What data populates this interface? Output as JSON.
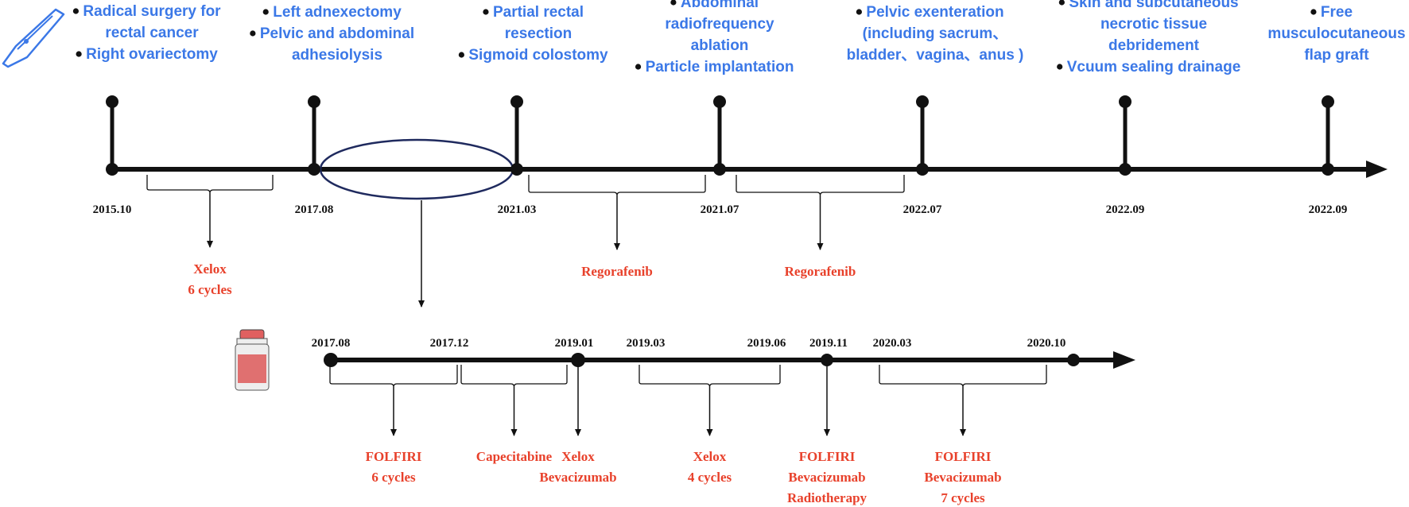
{
  "colors": {
    "surgery_text": "#3b78e7",
    "drug_text": "#e8412b",
    "line": "#111111",
    "highlight_ellipse": "#1f2a5e",
    "bottle_body": "#e07070",
    "bottle_cap": "#e06060"
  },
  "icons": {
    "scalpel": "scalpel-icon",
    "bottle": "medicine-bottle-icon"
  },
  "main_timeline": {
    "milestones": [
      {
        "date": "2015.10",
        "surgery": [
          {
            "bullet": true,
            "text": "Radical surgery for"
          },
          {
            "bullet": false,
            "text": "rectal cancer"
          },
          {
            "bullet": true,
            "text": "Right ovariectomy"
          }
        ]
      },
      {
        "date": "2017.08",
        "surgery": [
          {
            "bullet": true,
            "text": "Left adnexectomy"
          },
          {
            "bullet": true,
            "text": "Pelvic and abdominal"
          },
          {
            "bullet": false,
            "text": "adhesiolysis"
          }
        ]
      },
      {
        "date": "2021.03",
        "surgery": [
          {
            "bullet": true,
            "text": "Partial rectal"
          },
          {
            "bullet": false,
            "text": "resection"
          },
          {
            "bullet": true,
            "text": "Sigmoid colostomy"
          }
        ]
      },
      {
        "date": "2021.07",
        "surgery": [
          {
            "bullet": true,
            "text": "Abdominal"
          },
          {
            "bullet": false,
            "text": "radiofrequency"
          },
          {
            "bullet": false,
            "text": "ablation"
          },
          {
            "bullet": true,
            "text": "Particle implantation"
          }
        ]
      },
      {
        "date": "2022.07",
        "surgery": [
          {
            "bullet": true,
            "text": "Pelvic exenteration"
          },
          {
            "bullet": false,
            "text": "(including sacrum、"
          },
          {
            "bullet": false,
            "text": "bladder、vagina、anus )"
          }
        ]
      },
      {
        "date": "2022.09",
        "surgery": [
          {
            "bullet": true,
            "text": "Skin and subcutaneous"
          },
          {
            "bullet": false,
            "text": "necrotic tissue"
          },
          {
            "bullet": false,
            "text": "debridement"
          },
          {
            "bullet": true,
            "text": "Vcuum sealing drainage"
          }
        ]
      },
      {
        "date": "2022.09",
        "surgery": [
          {
            "bullet": true,
            "text": "Free"
          },
          {
            "bullet": false,
            "text": "musculocutaneous"
          },
          {
            "bullet": false,
            "text": "flap graft"
          }
        ]
      }
    ],
    "drug_periods": [
      {
        "lines": [
          "Xelox",
          "6 cycles"
        ]
      },
      {
        "lines": [
          "Regorafenib"
        ]
      },
      {
        "lines": [
          "Regorafenib"
        ]
      }
    ]
  },
  "sub_timeline": {
    "dates": [
      "2017.08",
      "2017.12",
      "2019.01",
      "2019.03",
      "2019.06",
      "2019.11",
      "2020.03",
      "2020.10"
    ],
    "drug_periods": [
      {
        "lines": [
          "FOLFIRI",
          "6 cycles"
        ]
      },
      {
        "lines": [
          "Capecitabine"
        ]
      },
      {
        "lines": [
          "Xelox",
          "Bevacizumab"
        ]
      },
      {
        "lines": [
          "Xelox",
          "4 cycles"
        ]
      },
      {
        "lines": [
          "FOLFIRI",
          "Bevacizumab",
          "Radiotherapy"
        ]
      },
      {
        "lines": [
          "FOLFIRI",
          "Bevacizumab",
          "7 cycles"
        ]
      }
    ]
  }
}
